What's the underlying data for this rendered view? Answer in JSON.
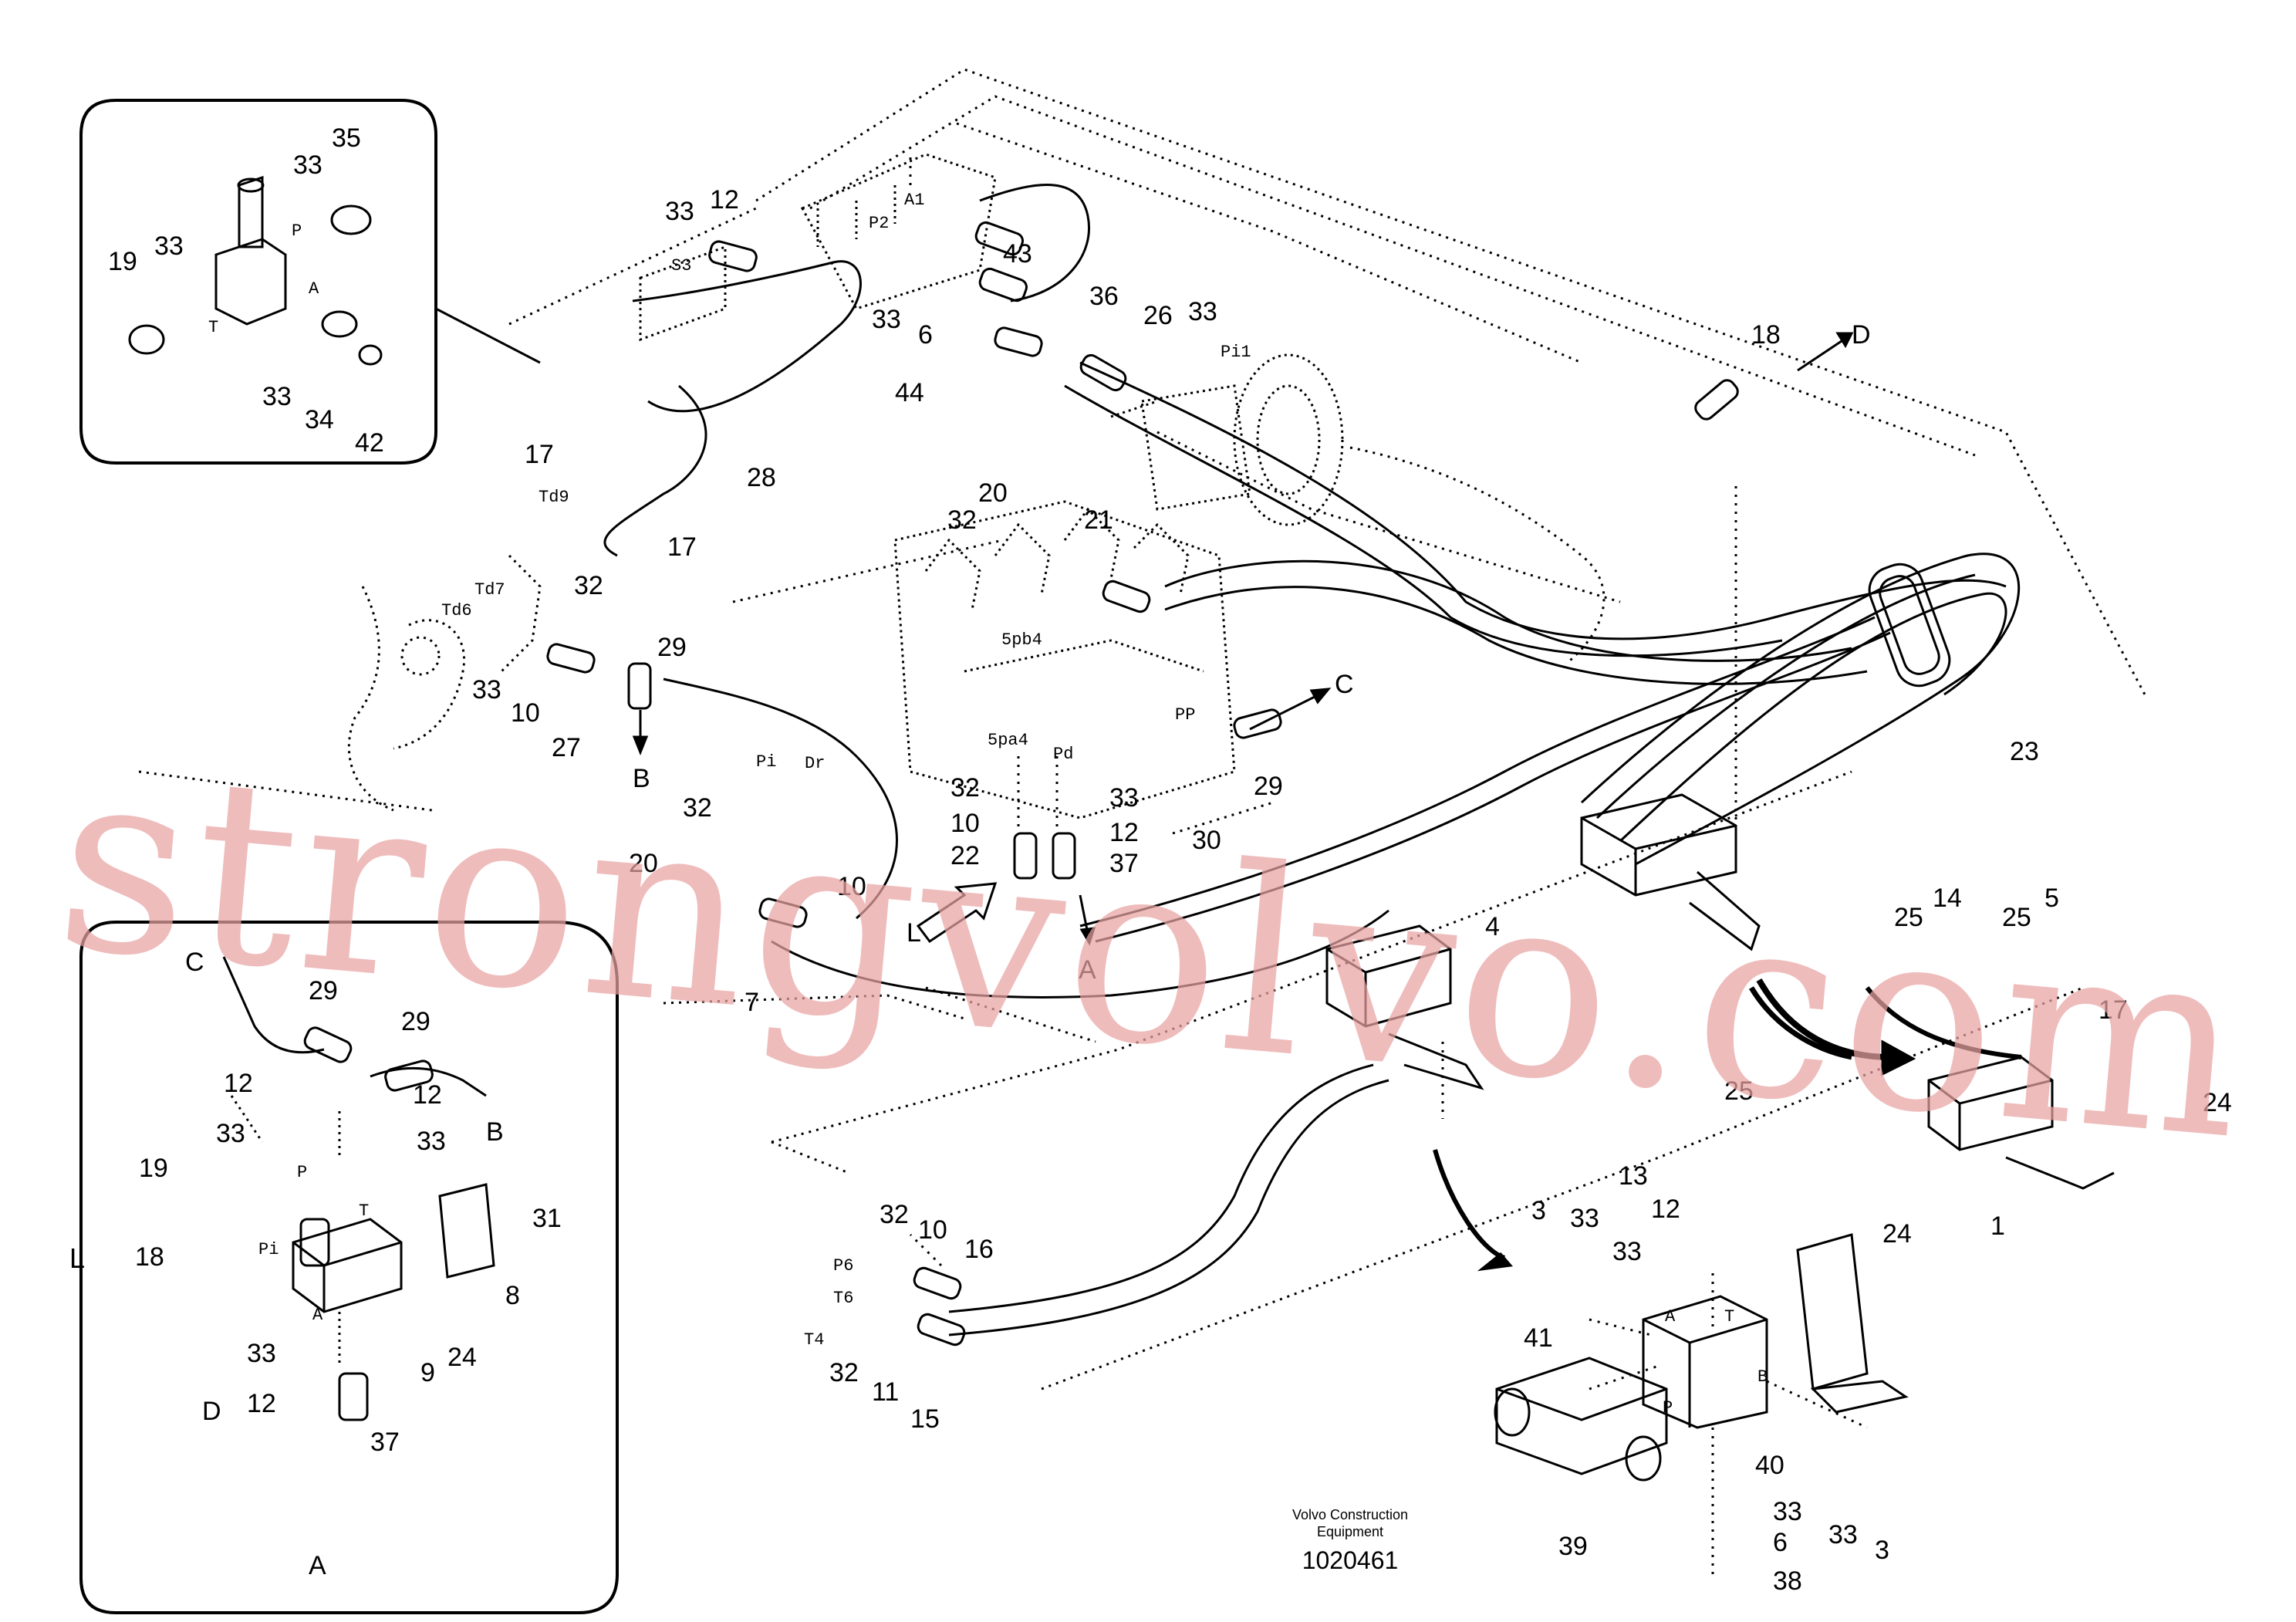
{
  "watermark": "strongvolvo.com",
  "caption": {
    "manufacturer_line1": "Volvo Construction",
    "manufacturer_line2": "Equipment",
    "drawing_number": "1020461"
  },
  "inset_left_letter": "L",
  "colors": {
    "line": "#000000",
    "watermark": "#e9a3a3",
    "background": "#ffffff"
  }
}
